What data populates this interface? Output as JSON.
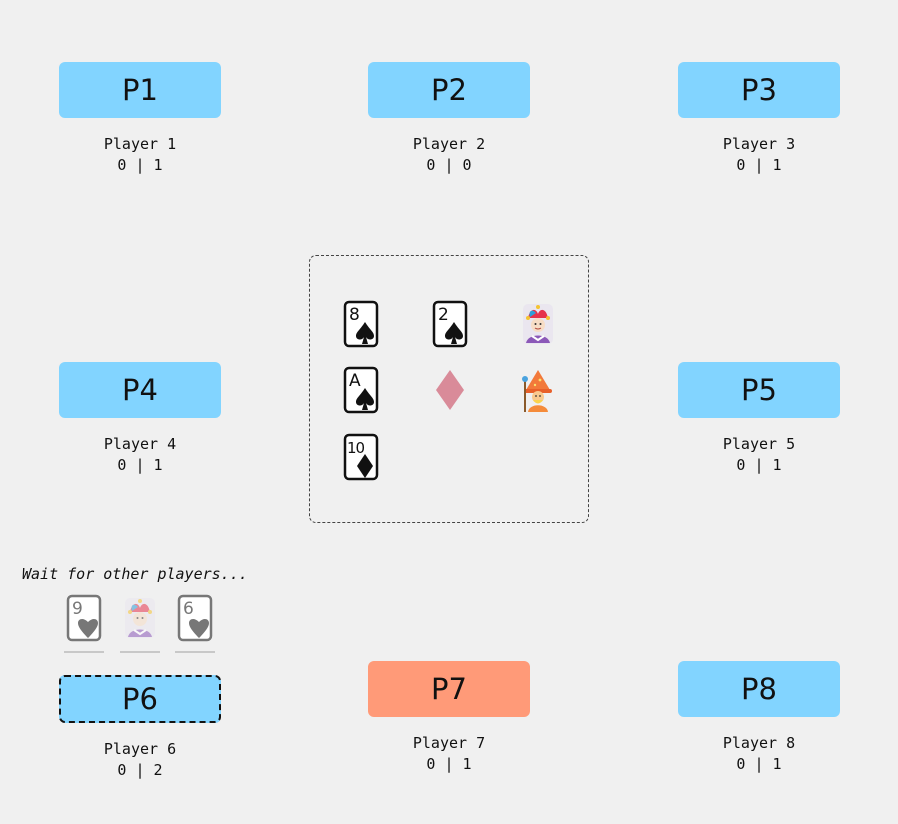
{
  "players": [
    {
      "id": "p1",
      "badge": "P1",
      "name": "Player 1",
      "score": "0 | 1"
    },
    {
      "id": "p2",
      "badge": "P2",
      "name": "Player 2",
      "score": "0 | 0"
    },
    {
      "id": "p3",
      "badge": "P3",
      "name": "Player 3",
      "score": "0 | 1"
    },
    {
      "id": "p4",
      "badge": "P4",
      "name": "Player 4",
      "score": "0 | 1"
    },
    {
      "id": "p5",
      "badge": "P5",
      "name": "Player 5",
      "score": "0 | 1"
    },
    {
      "id": "p6",
      "badge": "P6",
      "name": "Player 6",
      "score": "0 | 2"
    },
    {
      "id": "p7",
      "badge": "P7",
      "name": "Player 7",
      "score": "0 | 1"
    },
    {
      "id": "p8",
      "badge": "P8",
      "name": "Player 8",
      "score": "0 | 1"
    }
  ],
  "pile_cards": [
    {
      "rank": "8",
      "suit": "spade"
    },
    {
      "rank": "2",
      "suit": "spade"
    },
    {
      "rank": "",
      "suit": "jester-icon"
    },
    {
      "rank": "A",
      "suit": "spade"
    },
    {
      "rank": "",
      "suit": "diamond"
    },
    {
      "rank": "",
      "suit": "wizard-icon"
    },
    {
      "rank": "10",
      "suit": "diamond"
    }
  ],
  "hand_cards": [
    {
      "rank": "9",
      "suit": "heart"
    },
    {
      "rank": "",
      "suit": "jester-icon"
    },
    {
      "rank": "6",
      "suit": "heart"
    }
  ],
  "status_text": "Wait for other players...",
  "colors": {
    "seat": "#82d4ff",
    "active_seat": "#ff9a78",
    "background": "#f0f0f0",
    "faded_diamond": "#d98b99"
  }
}
